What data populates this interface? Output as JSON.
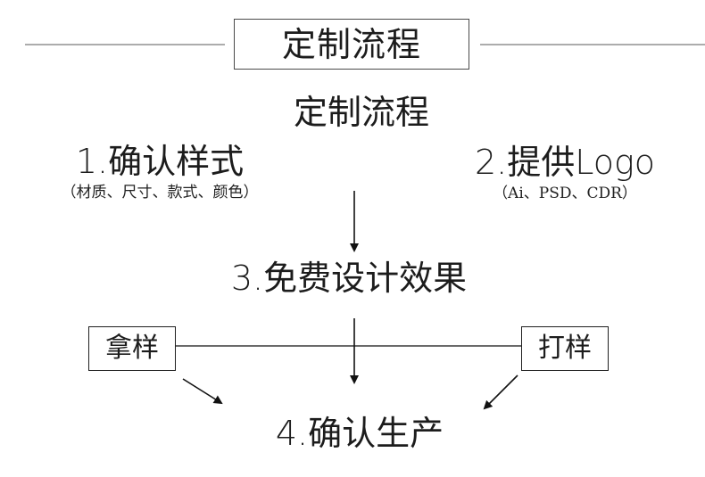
{
  "header": {
    "title": "定制流程"
  },
  "main": {
    "title": "定制流程"
  },
  "steps": {
    "step1": {
      "title": "1.确认样式",
      "subtitle": "（材质、尺寸、款式、颜色）"
    },
    "step2": {
      "title": "2.提供Logo",
      "subtitle": "（Ai、PSD、CDR）"
    },
    "step3": {
      "title": "3.免费设计效果"
    },
    "step4": {
      "title": "4.确认生产"
    }
  },
  "side_options": {
    "left": "拿样",
    "right": "打样"
  },
  "colors": {
    "text": "#1c1c1c",
    "line": "#4a4a4a",
    "background": "#ffffff"
  }
}
